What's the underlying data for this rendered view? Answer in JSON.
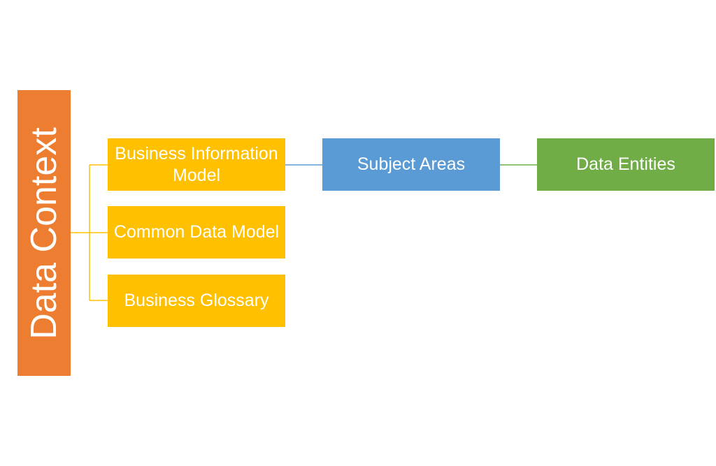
{
  "diagram": {
    "root": {
      "label": "Data Context",
      "color": "#ED7D31"
    },
    "children": [
      {
        "label": "Business Information Model",
        "color": "#FFC000"
      },
      {
        "label": "Common Data Model",
        "color": "#FFC000"
      },
      {
        "label": "Business Glossary",
        "color": "#FFC000"
      }
    ],
    "subject_areas": {
      "label": "Subject Areas",
      "color": "#5B9BD5"
    },
    "data_entities": {
      "label": "Data Entities",
      "color": "#70AD47"
    },
    "connector_colors": {
      "root_to_children": "#FFC000",
      "model_to_subject": "#5B9BD5",
      "subject_to_entities": "#70AD47"
    }
  }
}
